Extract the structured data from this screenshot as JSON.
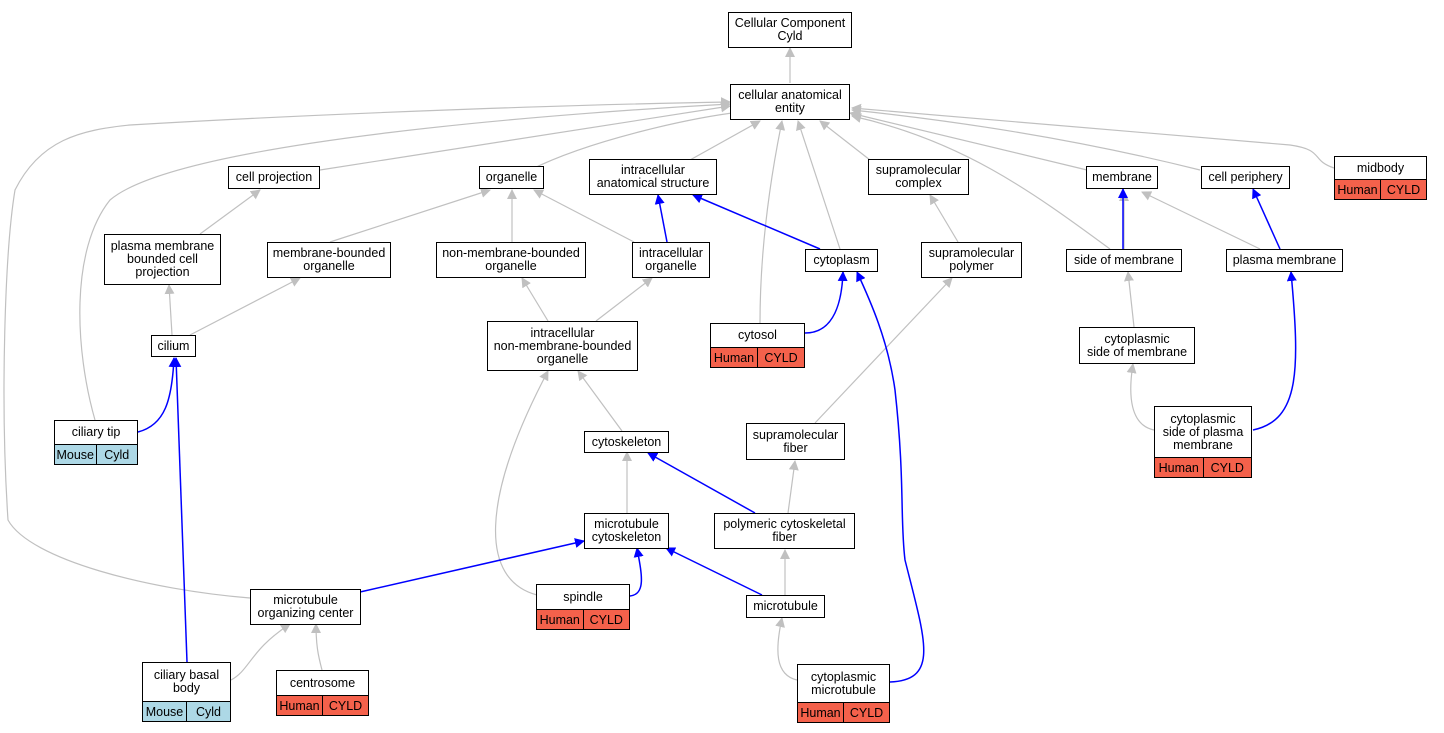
{
  "colors": {
    "gray_edge": "#c0c0c0",
    "blue_edge": "#0000ff",
    "human_tag": "#f4614b",
    "mouse_tag": "#add8e6"
  },
  "nodes": {
    "root": "Cellular Component\nCyld",
    "cae": "cellular anatomical\nentity",
    "cell_projection": "cell projection",
    "organelle": "organelle",
    "ias": "intracellular\nanatomical structure",
    "supramolecular_complex": "supramolecular\ncomplex",
    "membrane": "membrane",
    "cell_periphery": "cell periphery",
    "pmbcp": "plasma membrane\nbounded cell\nprojection",
    "mbo": "membrane-bounded\norganelle",
    "nmbo": "non-membrane-bounded\norganelle",
    "io": "intracellular\norganelle",
    "cytoplasm": "cytoplasm",
    "sm_polymer": "supramolecular\npolymer",
    "side_of_membrane": "side of membrane",
    "plasma_membrane": "plasma membrane",
    "cilium": "cilium",
    "inmbo": "intracellular\nnon-membrane-bounded\norganelle",
    "cyto_side": "cytoplasmic\nside of membrane",
    "cytoskeleton": "cytoskeleton",
    "sm_fiber": "supramolecular\nfiber",
    "mt_cytoskeleton": "microtubule\ncytoskeleton",
    "pcf": "polymeric cytoskeletal\nfiber",
    "mtoc": "microtubule\norganizing center",
    "microtubule": "microtubule"
  },
  "annotated": {
    "midbody": {
      "label": "midbody",
      "species": "Human",
      "gene": "CYLD"
    },
    "cytosol": {
      "label": "cytosol",
      "species": "Human",
      "gene": "CYLD"
    },
    "ciliary_tip": {
      "label": "ciliary tip",
      "species": "Mouse",
      "gene": "Cyld"
    },
    "cspm": {
      "label": "cytoplasmic\nside of plasma\nmembrane",
      "species": "Human",
      "gene": "CYLD"
    },
    "spindle": {
      "label": "spindle",
      "species": "Human",
      "gene": "CYLD"
    },
    "ciliary_basal_body": {
      "label": "ciliary basal\nbody",
      "species": "Mouse",
      "gene": "Cyld"
    },
    "centrosome": {
      "label": "centrosome",
      "species": "Human",
      "gene": "CYLD"
    },
    "cyto_mt": {
      "label": "cytoplasmic\nmicrotubule",
      "species": "Human",
      "gene": "CYLD"
    }
  }
}
